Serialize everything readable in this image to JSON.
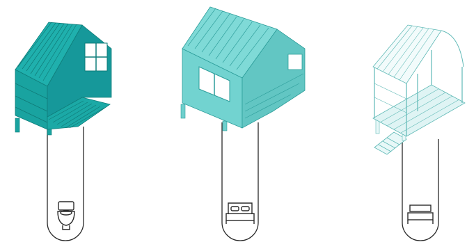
{
  "colors": {
    "background": "#ffffff",
    "cabin_dark": "#19a3a0",
    "cabin_dark_line": "#0f7d7a",
    "cabin_mid": "#6fd0cd",
    "cabin_mid_line": "#2c9d9a",
    "cabin_light": "#e8f8f8",
    "cabin_light_line": "#5fb9b6",
    "outline": "#2a2a2a"
  },
  "modules": [
    {
      "variant": "dark",
      "icon": "toilet-icon"
    },
    {
      "variant": "mid",
      "icon": "double-bed-icon"
    },
    {
      "variant": "light",
      "icon": "bed-frame-icon"
    }
  ]
}
